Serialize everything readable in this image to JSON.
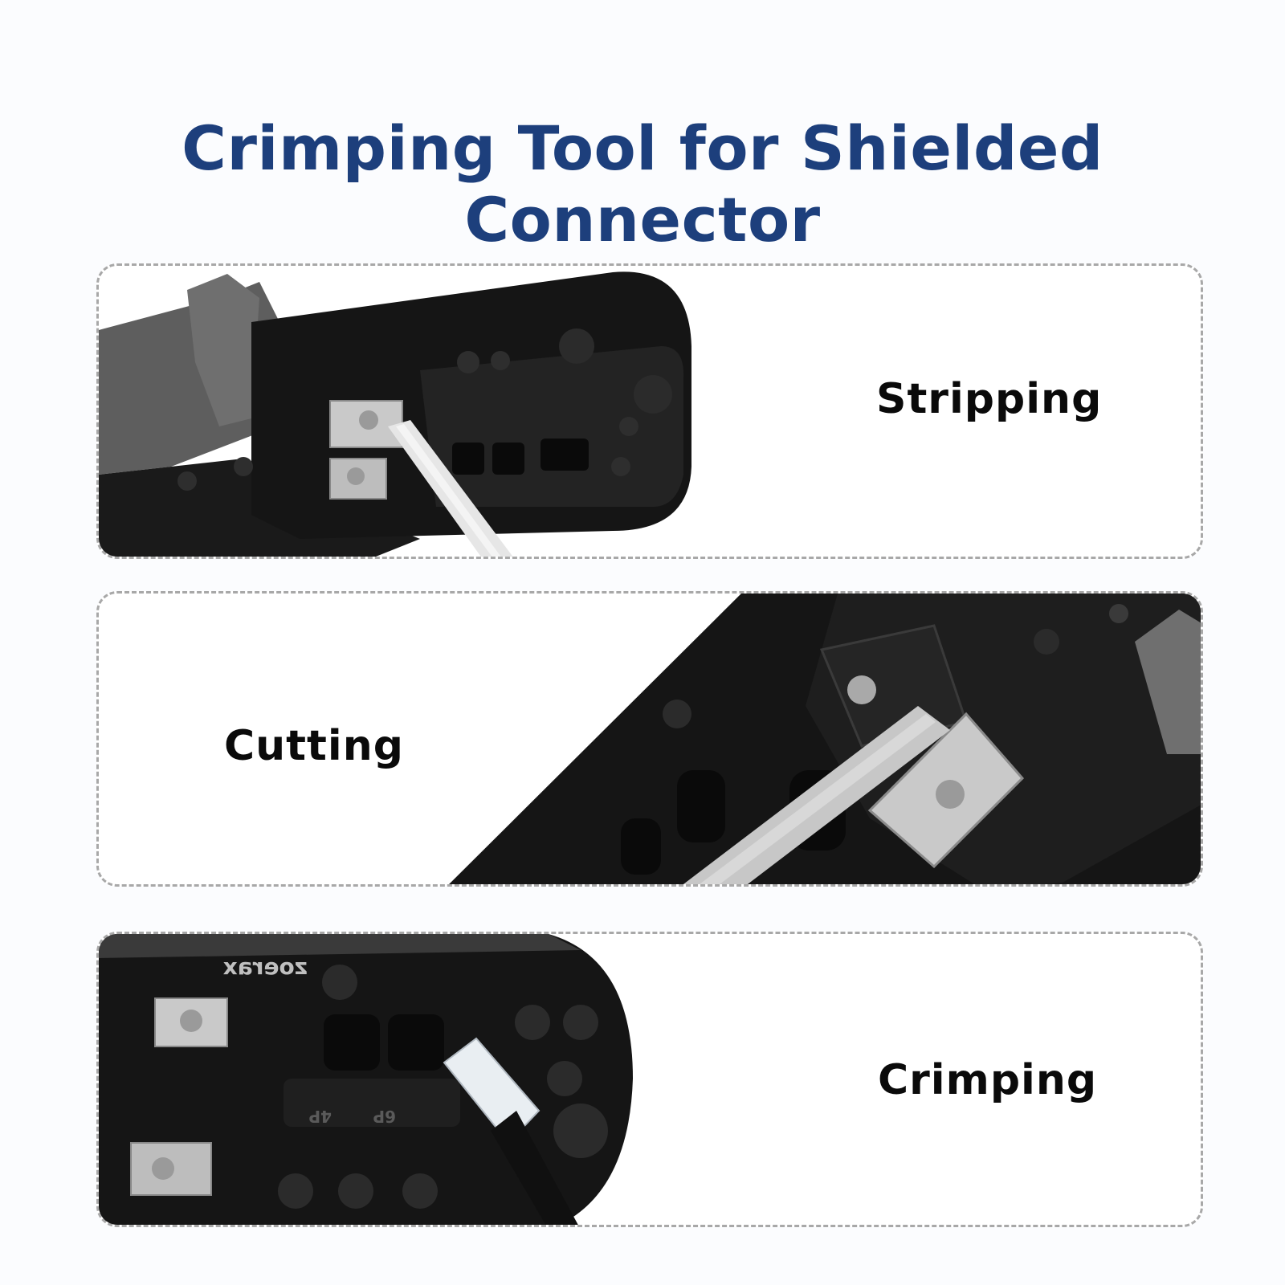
{
  "header": {
    "title": "Crimping Tool for Shielded Connector"
  },
  "panels": [
    {
      "label": "Stripping",
      "icon": "crimper-stripping-blade-icon"
    },
    {
      "label": "Cutting",
      "icon": "crimper-cutting-blade-icon"
    },
    {
      "label": "Crimping",
      "icon": "crimper-rj45-die-icon"
    }
  ],
  "tool": {
    "brand": "zoerax",
    "die_labels": [
      "4P",
      "6P"
    ]
  },
  "colors": {
    "title": "#1d3f7c",
    "label": "#0a0a0a",
    "tool_body": "#151515",
    "handle": "#5e5e5e",
    "blade": "#c9c9c9",
    "cable_white": "#e6e6e6",
    "border": "#a8a8a8"
  }
}
